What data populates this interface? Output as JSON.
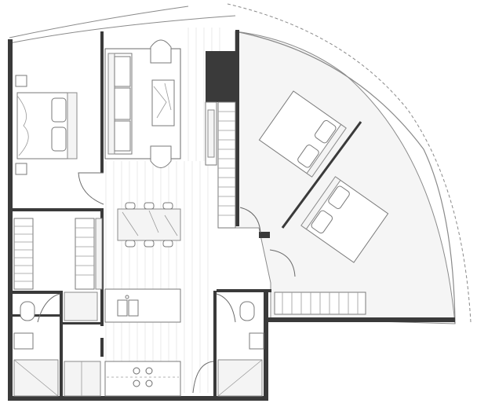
{
  "floor_plan": {
    "rooms": [
      "bedroom-1",
      "bedroom-2",
      "living-room",
      "dining-area",
      "kitchen",
      "bathroom-1",
      "bathroom-2",
      "wardrobe",
      "balcony"
    ],
    "colors": {
      "wall": "#3a3a3a",
      "floor": "#ffffff",
      "line": "#6b6b6b",
      "outdoor": "#f5f5f5"
    }
  }
}
